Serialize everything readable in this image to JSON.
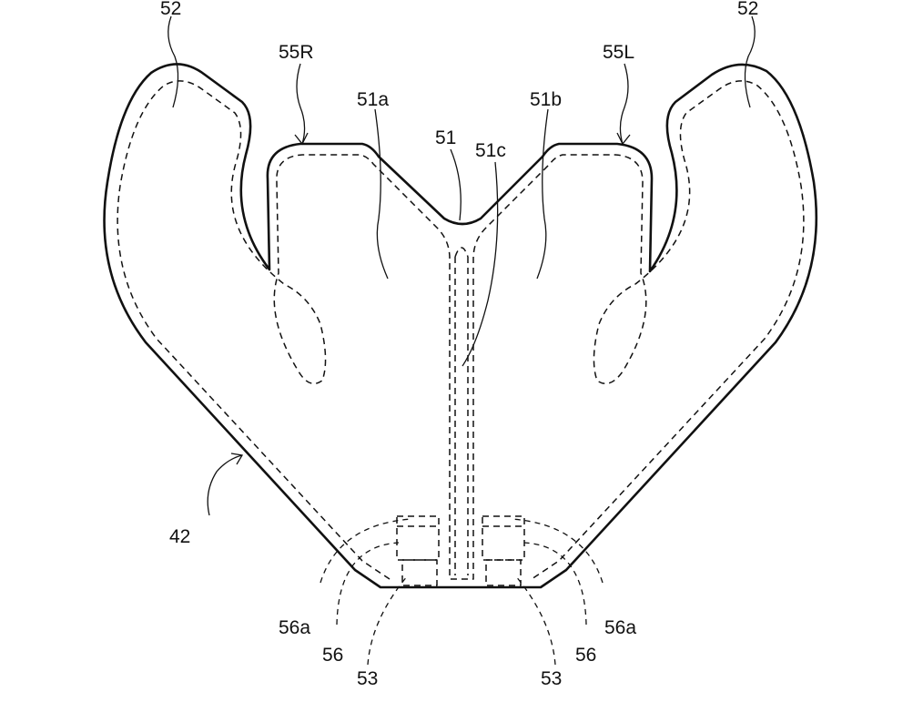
{
  "labels": {
    "bag_lobe_left": "52",
    "bag_lobe_right": "52",
    "notch_right_side": "55R",
    "notch_left_side": "55L",
    "chamber_a": "51a",
    "chamber_b": "51b",
    "center_chamber": "51",
    "center_duct": "51c",
    "airbag_body": "42",
    "vent_outer_left": "56a",
    "vent_outer_right": "56a",
    "vent_inner_left": "56",
    "vent_inner_right": "56",
    "inflator_port_left": "53",
    "inflator_port_right": "53"
  }
}
